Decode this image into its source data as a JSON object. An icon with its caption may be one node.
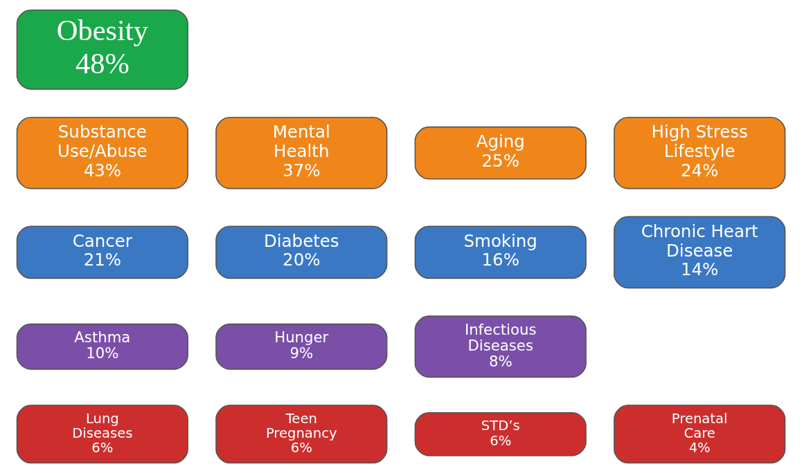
{
  "diagram": {
    "nodes": [
      {
        "text": [
          "Obesity",
          "48%"
        ]
      },
      {
        "text": [
          "Substance Use/Abuse",
          "43%"
        ]
      },
      {
        "text": [
          "Mental Health",
          "37%"
        ]
      },
      {
        "text": [
          "Aging",
          "25%"
        ]
      },
      {
        "text": [
          "High Stress Lifestyle",
          "24%"
        ]
      },
      {
        "text": [
          "Cancer",
          "21%"
        ]
      },
      {
        "text": [
          "Diabetes",
          "20%"
        ]
      },
      {
        "text": [
          "Smoking",
          "16%"
        ]
      },
      {
        "text": [
          "Chronic Heart Disease",
          "14%"
        ]
      },
      {
        "text": [
          "Asthma",
          "10%"
        ]
      },
      {
        "text": [
          "Hunger",
          "9%"
        ]
      },
      {
        "text": [
          "Infectious Diseases",
          "8%"
        ]
      },
      {
        "text": [
          "Lung Diseases",
          "6%"
        ]
      },
      {
        "text": [
          "Teen Pregnancy",
          "6%"
        ]
      },
      {
        "text": [
          "STD’s",
          "6%"
        ]
      },
      {
        "text": [
          "Prenatal Care",
          "4%"
        ]
      }
    ],
    "edges": []
  }
}
